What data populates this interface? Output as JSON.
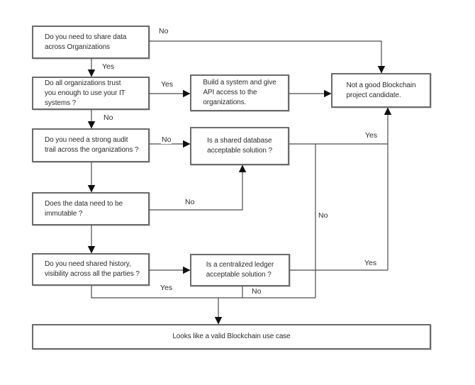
{
  "diagram_type": "flowchart",
  "nodes": {
    "share": {
      "label": "Do you need to share data\nacross Organizations"
    },
    "trust": {
      "label": "Do all organizations trust\nyou enough to use your IT\nsystems ?"
    },
    "audit": {
      "label": "Do you need a strong audit\ntrail across the organizations ?"
    },
    "immutable": {
      "label": "Does the data need to be\nimmutable ?"
    },
    "history": {
      "label": "Do you need shared history,\nvisibility across all the parties ?"
    },
    "build": {
      "label": "Build a system and give\nAPI access to the\norganizations."
    },
    "shareddb": {
      "label": "Is a shared database\nacceptable solution ?"
    },
    "ledger": {
      "label": "Is a centralized ledger\nacceptable solution ?"
    },
    "notgood": {
      "label": "Not a good Blockchain\nproject candidate."
    },
    "valid": {
      "label": "Looks like a valid Blockchain use case"
    }
  },
  "labels": {
    "share_no": "No",
    "share_yes": "Yes",
    "trust_yes": "Yes",
    "trust_no": "No",
    "audit_no": "No",
    "immutable_no": "No",
    "shareddb_yes": "Yes",
    "shareddb_no": "No",
    "history_yes": "Yes",
    "ledger_yes": "Yes",
    "ledger_no": "No"
  },
  "colors": {
    "background": "#ffffff",
    "box_border": "#6b6b6b",
    "line": "#4c4c4c",
    "arrowhead": "#111111",
    "text": "#2b2b2b"
  }
}
